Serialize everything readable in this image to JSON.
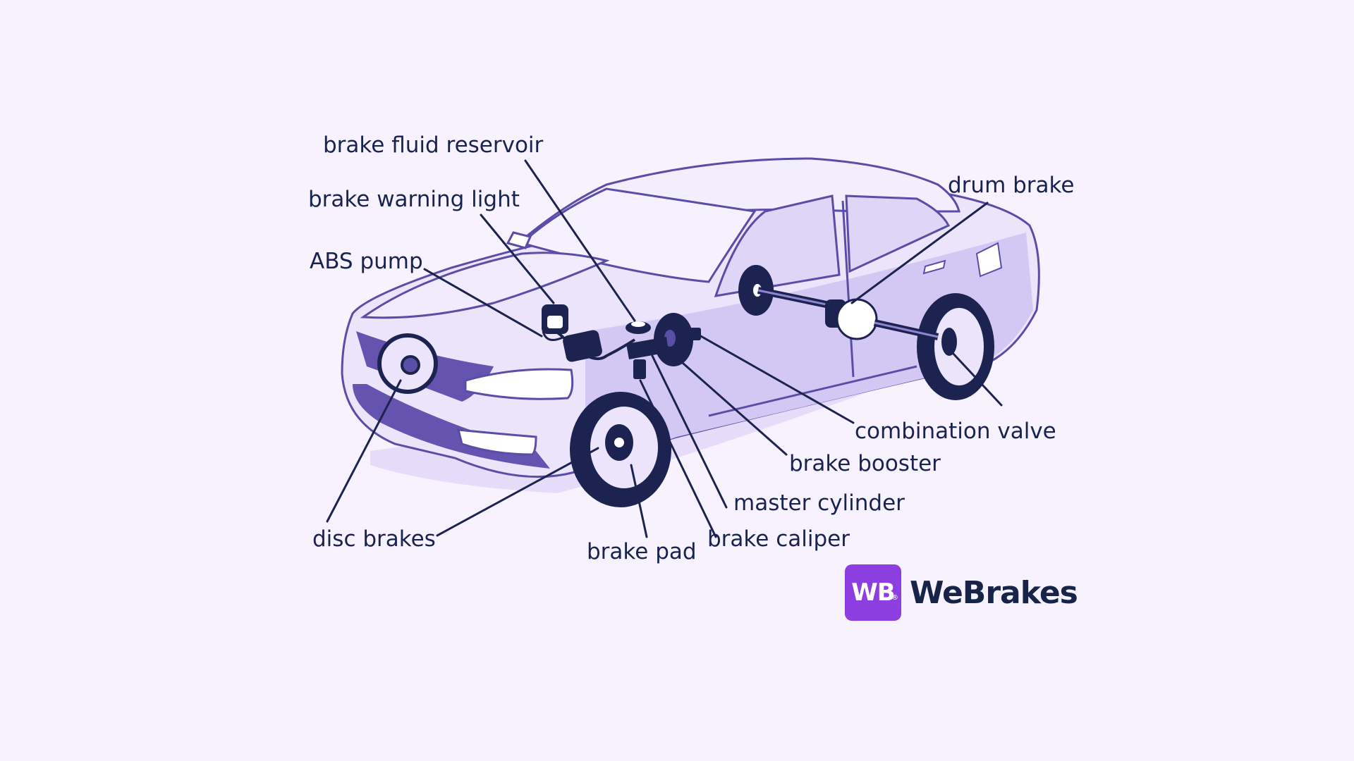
{
  "labels": {
    "brake_fluid_reservoir": "brake fluid reservoir",
    "brake_warning_light": "brake warning light",
    "abs_pump": "ABS pump",
    "drum_brake": "drum brake",
    "combination_valve": "combination valve",
    "brake_booster": "brake booster",
    "master_cylinder": "master cylinder",
    "brake_caliper": "brake caliper",
    "brake_pad": "brake pad",
    "disc_brakes": "disc brakes"
  },
  "logo": {
    "badge_text": "WB",
    "registered_mark": "®",
    "brand_name": "WeBrakes"
  },
  "colors": {
    "background": "#f7f2fd",
    "car_body": "#ebe4fa",
    "car_shade": "#d3c8f3",
    "car_dark": "#6454b0",
    "outline": "#5b4ca8",
    "component": "#1c2350",
    "label_text": "#182350",
    "logo_badge": "#8c3ee1"
  }
}
